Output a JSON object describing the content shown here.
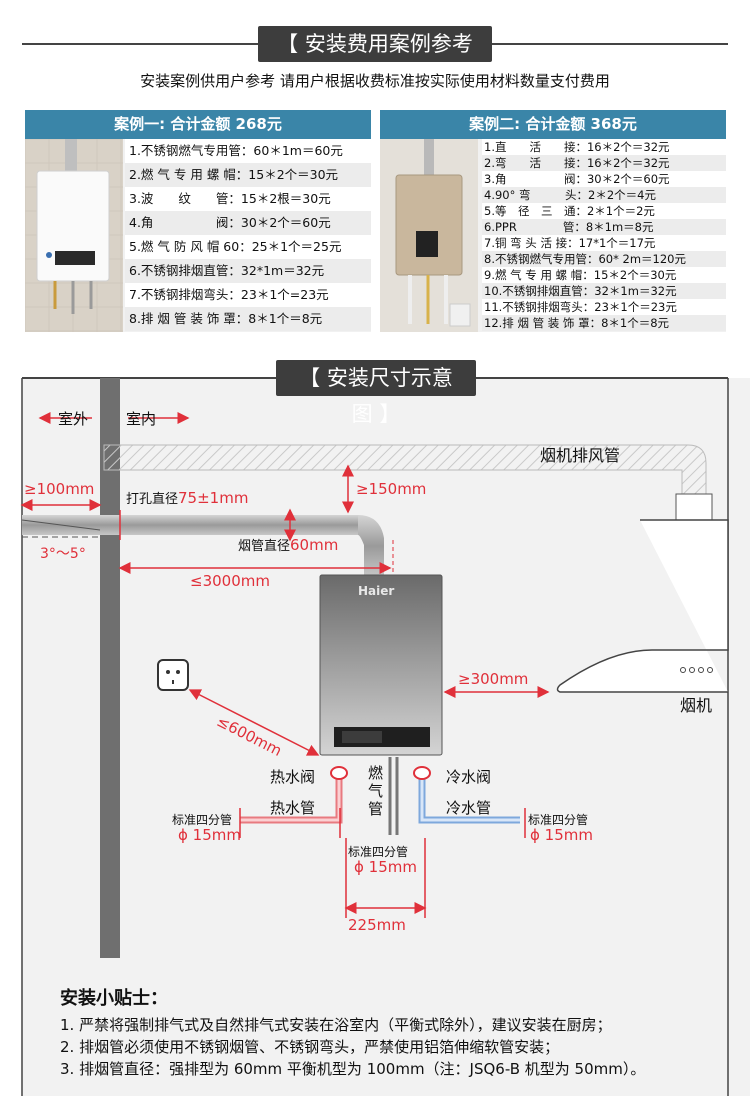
{
  "section1": {
    "title": "【 安装费用案例参考 】"
  },
  "subtitle": "安装案例供用户参考 请用户根据收费标准按实际使用材料数量支付费用",
  "case1": {
    "header": "案例一: 合计金额 268元",
    "items": [
      "1.不锈钢燃气专用管：60＊1m＝60元",
      "2.燃 气 专 用 螺 帽：15＊2个＝30元",
      "3.波　　纹　　管：15＊2根＝30元",
      "4.角　　　　　阀：30＊2个＝60元",
      "5.燃 气 防 风 帽 60：25＊1个＝25元",
      "6.不锈钢排烟直管：32*1m＝32元",
      "7.不锈钢排烟弯头：23＊1个=23元",
      "8.排 烟 管 装 饰 罩：8＊1个＝8元"
    ]
  },
  "case2": {
    "header": "案例二: 合计金额 368元",
    "items": [
      "1.直　　活　　接：16＊2个＝32元",
      "2.弯　　活　　接：16＊2个＝32元",
      "3.角　　　　　阀：30＊2个＝60元",
      "4.90° 弯　　　头：2＊2个＝4元",
      "5.等　径　三　通：2＊1个＝2元",
      "6.PPR　　　　管：8＊1m＝8元",
      "7.铜 弯 头 活 接：17*1个＝17元",
      "8.不锈钢燃气专用管：60* 2m＝120元",
      "9.燃 气 专 用 螺 帽：15＊2个＝30元",
      "10.不锈钢排烟直管：32＊1m＝32元",
      "11.不锈钢排烟弯头：23＊1个＝23元",
      "12.排 烟 管 装 饰 罩：8＊1个＝8元"
    ]
  },
  "section2": {
    "title": "【 安装尺寸示意图 】"
  },
  "diagram": {
    "outdoor": "室外",
    "indoor": "室内",
    "hood_duct": "烟机排风管",
    "dim_100": "≥100mm",
    "hole_prefix": "打孔直径",
    "hole_value": "75±1mm",
    "dim_150": "≥150mm",
    "slope": "3°～5°",
    "pipe_dia_prefix": "烟管直径",
    "pipe_dia_value": "60mm",
    "dim_3000": "≤3000mm",
    "brand": "Haier",
    "dim_300": "≥300mm",
    "hood": "烟机",
    "dim_600": "≤600mm",
    "hot_valve": "热水阀",
    "gas_pipe": "燃气管",
    "cold_valve": "冷水阀",
    "hot_pipe": "热水管",
    "cold_pipe": "冷水管",
    "std_pipe_left": "标准四分管",
    "phi_left": "ϕ 15mm",
    "std_pipe_mid": "标准四分管",
    "phi_mid": "ϕ 15mm",
    "std_pipe_right": "标准四分管",
    "phi_right": "ϕ 15mm",
    "dim_225": "225mm"
  },
  "tips": {
    "title": "安装小贴士：",
    "items": [
      "1. 严禁将强制排气式及自然排气式安装在浴室内（平衡式除外），建议安装在厨房；",
      "2. 排烟管必须使用不锈钢烟管、不锈钢弯头，严禁使用铝箔伸缩软管安装；",
      "3. 排烟管直径：强排型为 60mm 平衡机型为 100mm（注：JSQ6-B 机型为 50mm）。"
    ]
  },
  "colors": {
    "accent_blue": "#3a85a8",
    "dim_red": "#e0303a",
    "hot": "#e87a80",
    "cold": "#7ea8dc",
    "dark_header": "#3d3d3d"
  }
}
